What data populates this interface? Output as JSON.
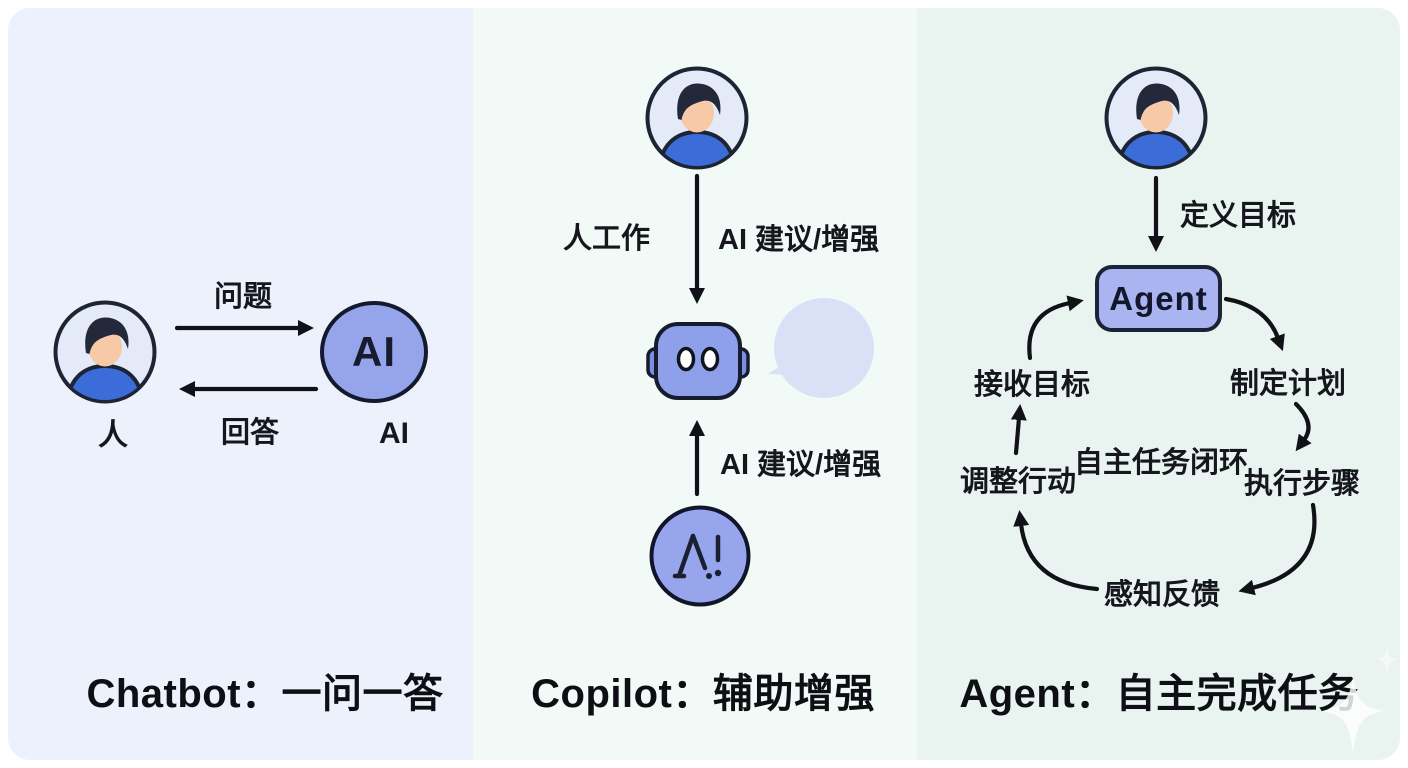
{
  "colors": {
    "chatbot_panel_bg": "#EDF1FB",
    "copilot_panel_bg": "#F1FAF6",
    "agent_panel_bg": "#E9F4F1",
    "shape_fill": "#96A5EB",
    "agent_box_fill": "#A9B4F1",
    "robot_fill": "#8FA0EA",
    "speech_bubble_fill": "#D9DFF7",
    "outline": "#1D2433",
    "avatar_bg": "#E4EAF7",
    "avatar_face": "#F8C9A6",
    "avatar_shirt": "#3B6CD7",
    "arrow_color": "#101217",
    "text_color": "#15171d"
  },
  "chatbot": {
    "title": "Chatbot：一问一答",
    "question_label": "问题",
    "answer_label": "回答",
    "human_caption": "人",
    "ai_circle_text": "AI",
    "ai_caption": "AI"
  },
  "copilot": {
    "title": "Copilot：辅助增强",
    "human_work_label": "人工作",
    "ai_assist_top_label": "AI 建议/增强",
    "ai_assist_bottom_label": "AI 建议/增强"
  },
  "agent": {
    "title": "Agent：自主完成任务",
    "define_goal_label": "定义目标",
    "agent_box_label": "Agent",
    "loop_center_label": "自主任务闭环",
    "loop_steps": {
      "receive_goal": "接收目标",
      "make_plan": "制定计划",
      "execute_steps": "执行步骤",
      "sense_feedback": "感知反馈",
      "adjust_action": "调整行动"
    }
  }
}
